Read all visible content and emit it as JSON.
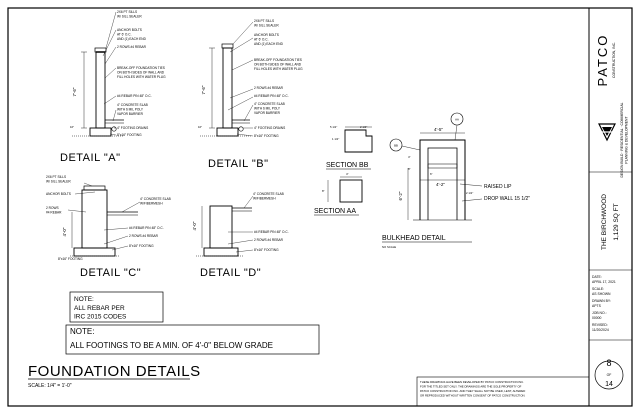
{
  "details": {
    "a": {
      "title": "DETAIL \"A\"",
      "notes": [
        "2X6 PT SILLS",
        "W/ SILL SEALER",
        "ANCHOR BOLTS",
        "AT 6' O.C.",
        "AND (1) EACH END",
        "2 ROWS #4 REBAR",
        "BREAK-OFF FOUNDATION TIES",
        "ON BOTH SIDES OF WALL AND",
        "FILL HOLES WITH WATER PLUG",
        "#4 REBAR PIN 48\" O.C.",
        "4\" CONCRETE SLAB",
        "WITH 6 MIL POLY",
        "VAPOR BARRIER",
        "4\" FOOTING DRAINS",
        "8\"x16\" FOOTING"
      ],
      "dims": [
        "7'-6\"",
        "16\""
      ]
    },
    "b": {
      "title": "DETAIL \"B\"",
      "notes": [
        "2X6 PT SILLS",
        "W/ SILL SEALER",
        "ANCHOR BOLTS",
        "AT 6' O.C.",
        "AND (1) EACH END",
        "BREAK-OFF FOUNDATION TIES",
        "ON BOTH SIDES OF WALL AND",
        "FILL HOLES WITH WATER PLUG",
        "2 ROWS #4 REBAR",
        "#4 REBAR PIN 48\" O.C.",
        "4\" CONCRETE SLAB",
        "WITH 6 MIL POLY",
        "VAPOR BARRIER",
        "4\" FOOTING DRAINS",
        "8\"x16\" FOOTING"
      ],
      "dims": [
        "7'-6\"",
        "16\""
      ]
    },
    "c": {
      "title": "DETAIL \"C\"",
      "notes": [
        "2X6 PT SILLS",
        "W/ SILL SEALER",
        "ANCHOR BOLTS",
        "2 ROWS",
        "#4 REBAR",
        "4\" CONCRETE SLAB",
        "W/FIBERMESH",
        "#4 REBAR PIN 48\" O.C.",
        "2 ROWS #4 REBAR",
        "8\"x16\" FOOTING",
        "8\"x16\" FOOTING"
      ],
      "dims": [
        "4'-0\""
      ]
    },
    "d": {
      "title": "DETAIL \"D\"",
      "notes": [
        "4\" CONCRETE SLAB",
        "W/FIBERMESH",
        "#4 REBAR PIN 48\" O.C.",
        "2 ROWS #4 REBAR",
        "8\"x16\" FOOTING"
      ],
      "dims": [
        "4'-0\""
      ]
    }
  },
  "sections": {
    "bb": {
      "title": "SECTION BB",
      "dims": [
        "5 1/2\"",
        "2 1/2\"",
        "1 1/2\"",
        "4\"",
        "8\""
      ]
    },
    "aa": {
      "title": "SECTION AA",
      "dims": [
        "8\""
      ]
    },
    "bulkhead": {
      "title": "BULKHEAD DETAIL",
      "scale": "NO SCALE",
      "tags": [
        "AA",
        "BB"
      ],
      "dims": [
        "4'-5\"",
        "4\"",
        "6\"",
        "8\"",
        "4'-2\"",
        "2 1/2\"",
        "6'-2\""
      ],
      "notes": [
        "RAISED LIP",
        "DROP WALL 15 1/2\""
      ]
    }
  },
  "notes": {
    "note1_heading": "NOTE:",
    "note1_lines": [
      "ALL REBAR PER",
      "IRC 2015 CODES"
    ],
    "note2_heading": "NOTE:",
    "note2_text": "ALL FOOTINGS TO BE A MIN. OF 4'-0\" BELOW GRADE"
  },
  "sheet_title": {
    "title": "FOUNDATION DETAILS",
    "scale": "SCALE: 1/4\" = 1'-0\""
  },
  "copyright": [
    "THESE DRAWINGS HAVE BEEN DEVELOPED BY PATCO CONSTRUCTION INC.",
    "FOR THE TITLED SET ONLY. THE DRAWINGS ARE THE SOLE PROPERTY OF",
    "PATCO CONSTRUCTION INC. AND THEY SHALL NOT BE USED, LENT, ALTERED",
    "OR REPRODUCED WITHOUT WRITTEN CONSENT OF PATCO CONSTRUCTION."
  ],
  "title_block": {
    "brand": "PATCO",
    "brand_sub": "CONSTRUCTION, INC.",
    "address": [
      "DESIGN BUILD · RESIDENTIAL · COMMERCIAL",
      "PLANNING & DEVELOPMENT"
    ],
    "project_name": "THE BIRCHWOOD",
    "project_area": "1,129 SQ FT",
    "info": [
      "DATE:",
      "APRIL 17, 2021",
      "SCALE:",
      "AS SHOWN",
      "DRAWN BY:",
      "APTS",
      "JOB NO.:",
      "00000",
      "REVISED:",
      "11/20/2024"
    ],
    "sheet_no": "8",
    "sheet_of": "OF",
    "sheet_total": "14"
  }
}
